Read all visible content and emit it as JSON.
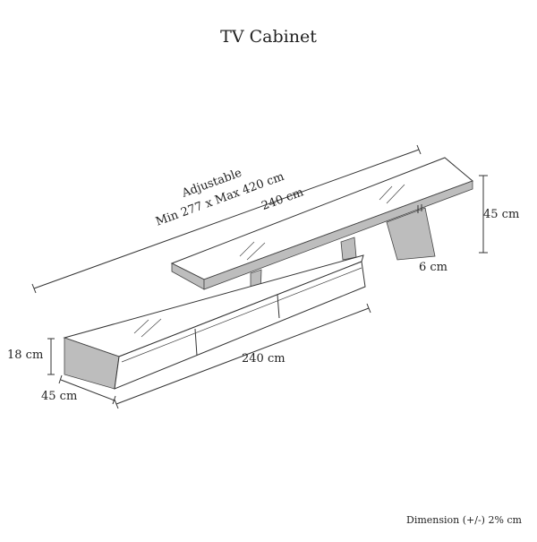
{
  "title": "TV Cabinet",
  "labels": {
    "adjustable": "Adjustable",
    "range": "Min 277 x Max 420 cm",
    "upper_length": "240 cm",
    "upper_depth": "45 cm",
    "upper_thickness": "6 cm",
    "lower_height": "18 cm",
    "lower_length": "240 cm",
    "lower_depth": "45 cm"
  },
  "footer": "Dimension (+/-) 2% cm",
  "colors": {
    "line": "#333333",
    "shade": "#bdbdbd",
    "background": "#ffffff"
  }
}
